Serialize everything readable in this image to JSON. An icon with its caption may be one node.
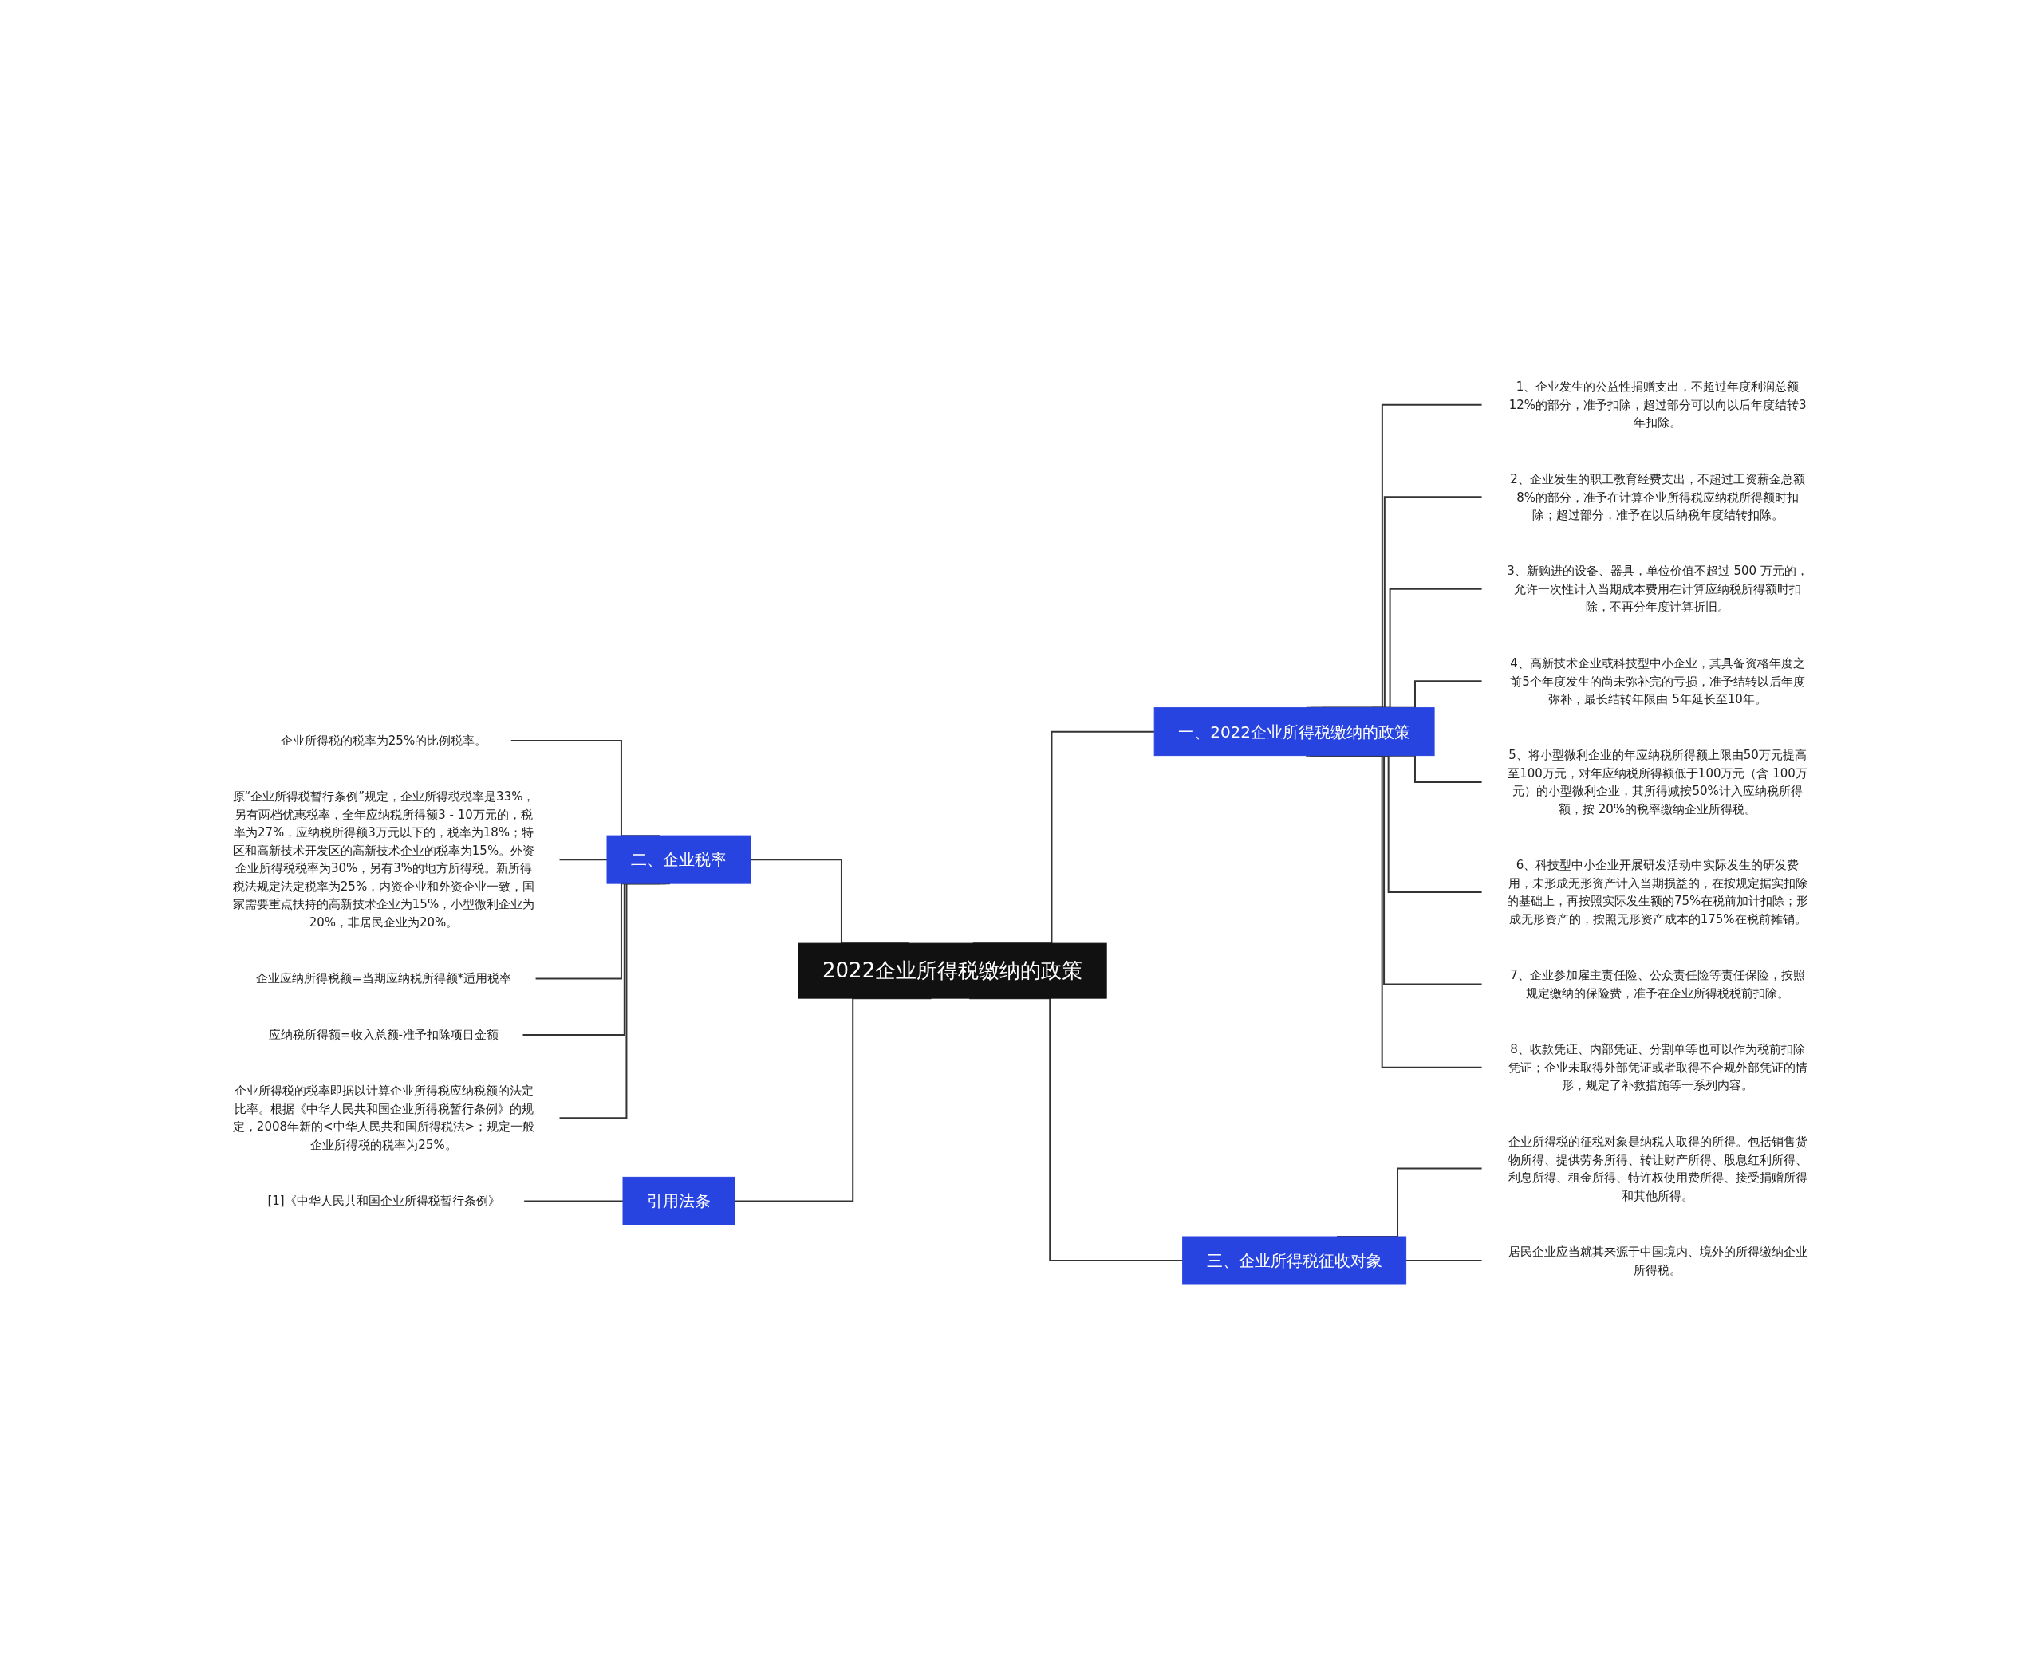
{
  "diagram": {
    "nodes": [
      {
        "text": [
          "2022企业所得税缴纳的政策"
        ]
      },
      {
        "text": [
          "一、2022企业所得税缴纳的政策"
        ]
      },
      {
        "text": [
          "1、企业发生的公益性捐赠支出，不超过年度利润总额12%的部分，准予扣除，超过部分可以向以后年度结转3年扣除。"
        ]
      },
      {
        "text": [
          "2、企业发生的职工教育经费支出，不超过工资薪金总额8%的部分，准予在计算企业所得税应纳税所得额时扣除；超过部分，准予在以后纳税年度结转扣除。"
        ]
      },
      {
        "text": [
          "3、新购进的设备、器具，单位价值不超过 500 万元的，允许一次性计入当期成本费用在计算应纳税所得额时扣除，不再分年度计算折旧。"
        ]
      },
      {
        "text": [
          "4、高新技术企业或科技型中小企业，其具备资格年度之前5个年度发生的尚未弥补完的亏损，准予结转以后年度弥补，最长结转年限由 5年延长至10年。"
        ]
      },
      {
        "text": [
          "5、将小型微利企业的年应纳税所得额上限由50万元提高至100万元，对年应纳税所得额低于100万元（含 100万元）的小型微利企业，其所得减按50%计入应纳税所得额，按 20%的税率缴纳企业所得税。"
        ]
      },
      {
        "text": [
          "6、科技型中小企业开展研发活动中实际发生的研发费用，未形成无形资产计入当期损益的，在按规定据实扣除的基础上，再按照实际发生额的75%在税前加计扣除；形成无形资产的，按照无形资产成本的175%在税前摊销。"
        ]
      },
      {
        "text": [
          "7、企业参加雇主责任险、公众责任险等责任保险，按照规定缴纳的保险费，准予在企业所得税税前扣除。"
        ]
      },
      {
        "text": [
          "8、收款凭证、内部凭证、分割单等也可以作为税前扣除凭证；企业未取得外部凭证或者取得不合规外部凭证的情形，规定了补救措施等一系列内容。"
        ]
      },
      {
        "text": [
          "二、企业税率"
        ]
      },
      {
        "text": [
          "企业所得税的税率为25%的比例税率。"
        ]
      },
      {
        "text": [
          "原“企业所得税暂行条例”规定，企业所得税税率是33%，另有两档优惠税率，全年应纳税所得额3 - 10万元的，税率为27%，应纳税所得额3万元以下的，税率为18%；特区和高新技术开发区的高新技术企业的税率为15%。外资企业所得税税率为30%，另有3%的地方所得税。新所得税法规定法定税率为25%，内资企业和外资企业一致，国家需要重点扶持的高新技术企业为15%，小型微利企业为20%，非居民企业为20%。"
        ]
      },
      {
        "text": [
          "企业应纳所得税额=当期应纳税所得额*适用税率"
        ]
      },
      {
        "text": [
          "应纳税所得额=收入总额-准予扣除项目金额"
        ]
      },
      {
        "text": [
          "企业所得税的税率即据以计算企业所得税应纳税额的法定比率。根据《中华人民共和国企业所得税暂行条例》的规定，2008年新的<中华人民共和国所得税法>；规定一般企业所得税的税率为25%。"
        ]
      },
      {
        "text": [
          "引用法条"
        ]
      },
      {
        "text": [
          "[1]《中华人民共和国企业所得税暂行条例》"
        ]
      },
      {
        "text": [
          "三、企业所得税征收对象"
        ]
      },
      {
        "text": [
          "企业所得税的征税对象是纳税人取得的所得。包括销售货物所得、提供劳务所得、转让财产所得、股息红利所得、利息所得、租金所得、特许权使用费所得、接受捐赠所得和其他所得。"
        ]
      },
      {
        "text": [
          "居民企业应当就其来源于中国境内、境外的所得缴纳企业所得税。"
        ]
      }
    ],
    "edges": [
      {
        "from": 0,
        "to": 1,
        "arrow": "none"
      },
      {
        "from": 1,
        "to": 2,
        "arrow": "none"
      },
      {
        "from": 1,
        "to": 3,
        "arrow": "none"
      },
      {
        "from": 1,
        "to": 4,
        "arrow": "none"
      },
      {
        "from": 1,
        "to": 5,
        "arrow": "none"
      },
      {
        "from": 1,
        "to": 6,
        "arrow": "none"
      },
      {
        "from": 1,
        "to": 7,
        "arrow": "none"
      },
      {
        "from": 1,
        "to": 8,
        "arrow": "none"
      },
      {
        "from": 1,
        "to": 9,
        "arrow": "none"
      },
      {
        "from": 10,
        "to": 0,
        "arrow": "none"
      },
      {
        "from": 11,
        "to": 10,
        "arrow": "none"
      },
      {
        "from": 12,
        "to": 10,
        "arrow": "none"
      },
      {
        "from": 13,
        "to": 10,
        "arrow": "none"
      },
      {
        "from": 14,
        "to": 10,
        "arrow": "none"
      },
      {
        "from": 15,
        "to": 10,
        "arrow": "none"
      },
      {
        "from": 16,
        "to": 0,
        "arrow": "none"
      },
      {
        "from": 17,
        "to": 16,
        "arrow": "none"
      },
      {
        "from": 0,
        "to": 18,
        "arrow": "none"
      },
      {
        "from": 18,
        "to": 19,
        "arrow": "none"
      },
      {
        "from": 18,
        "to": 20,
        "arrow": "none"
      }
    ]
  }
}
